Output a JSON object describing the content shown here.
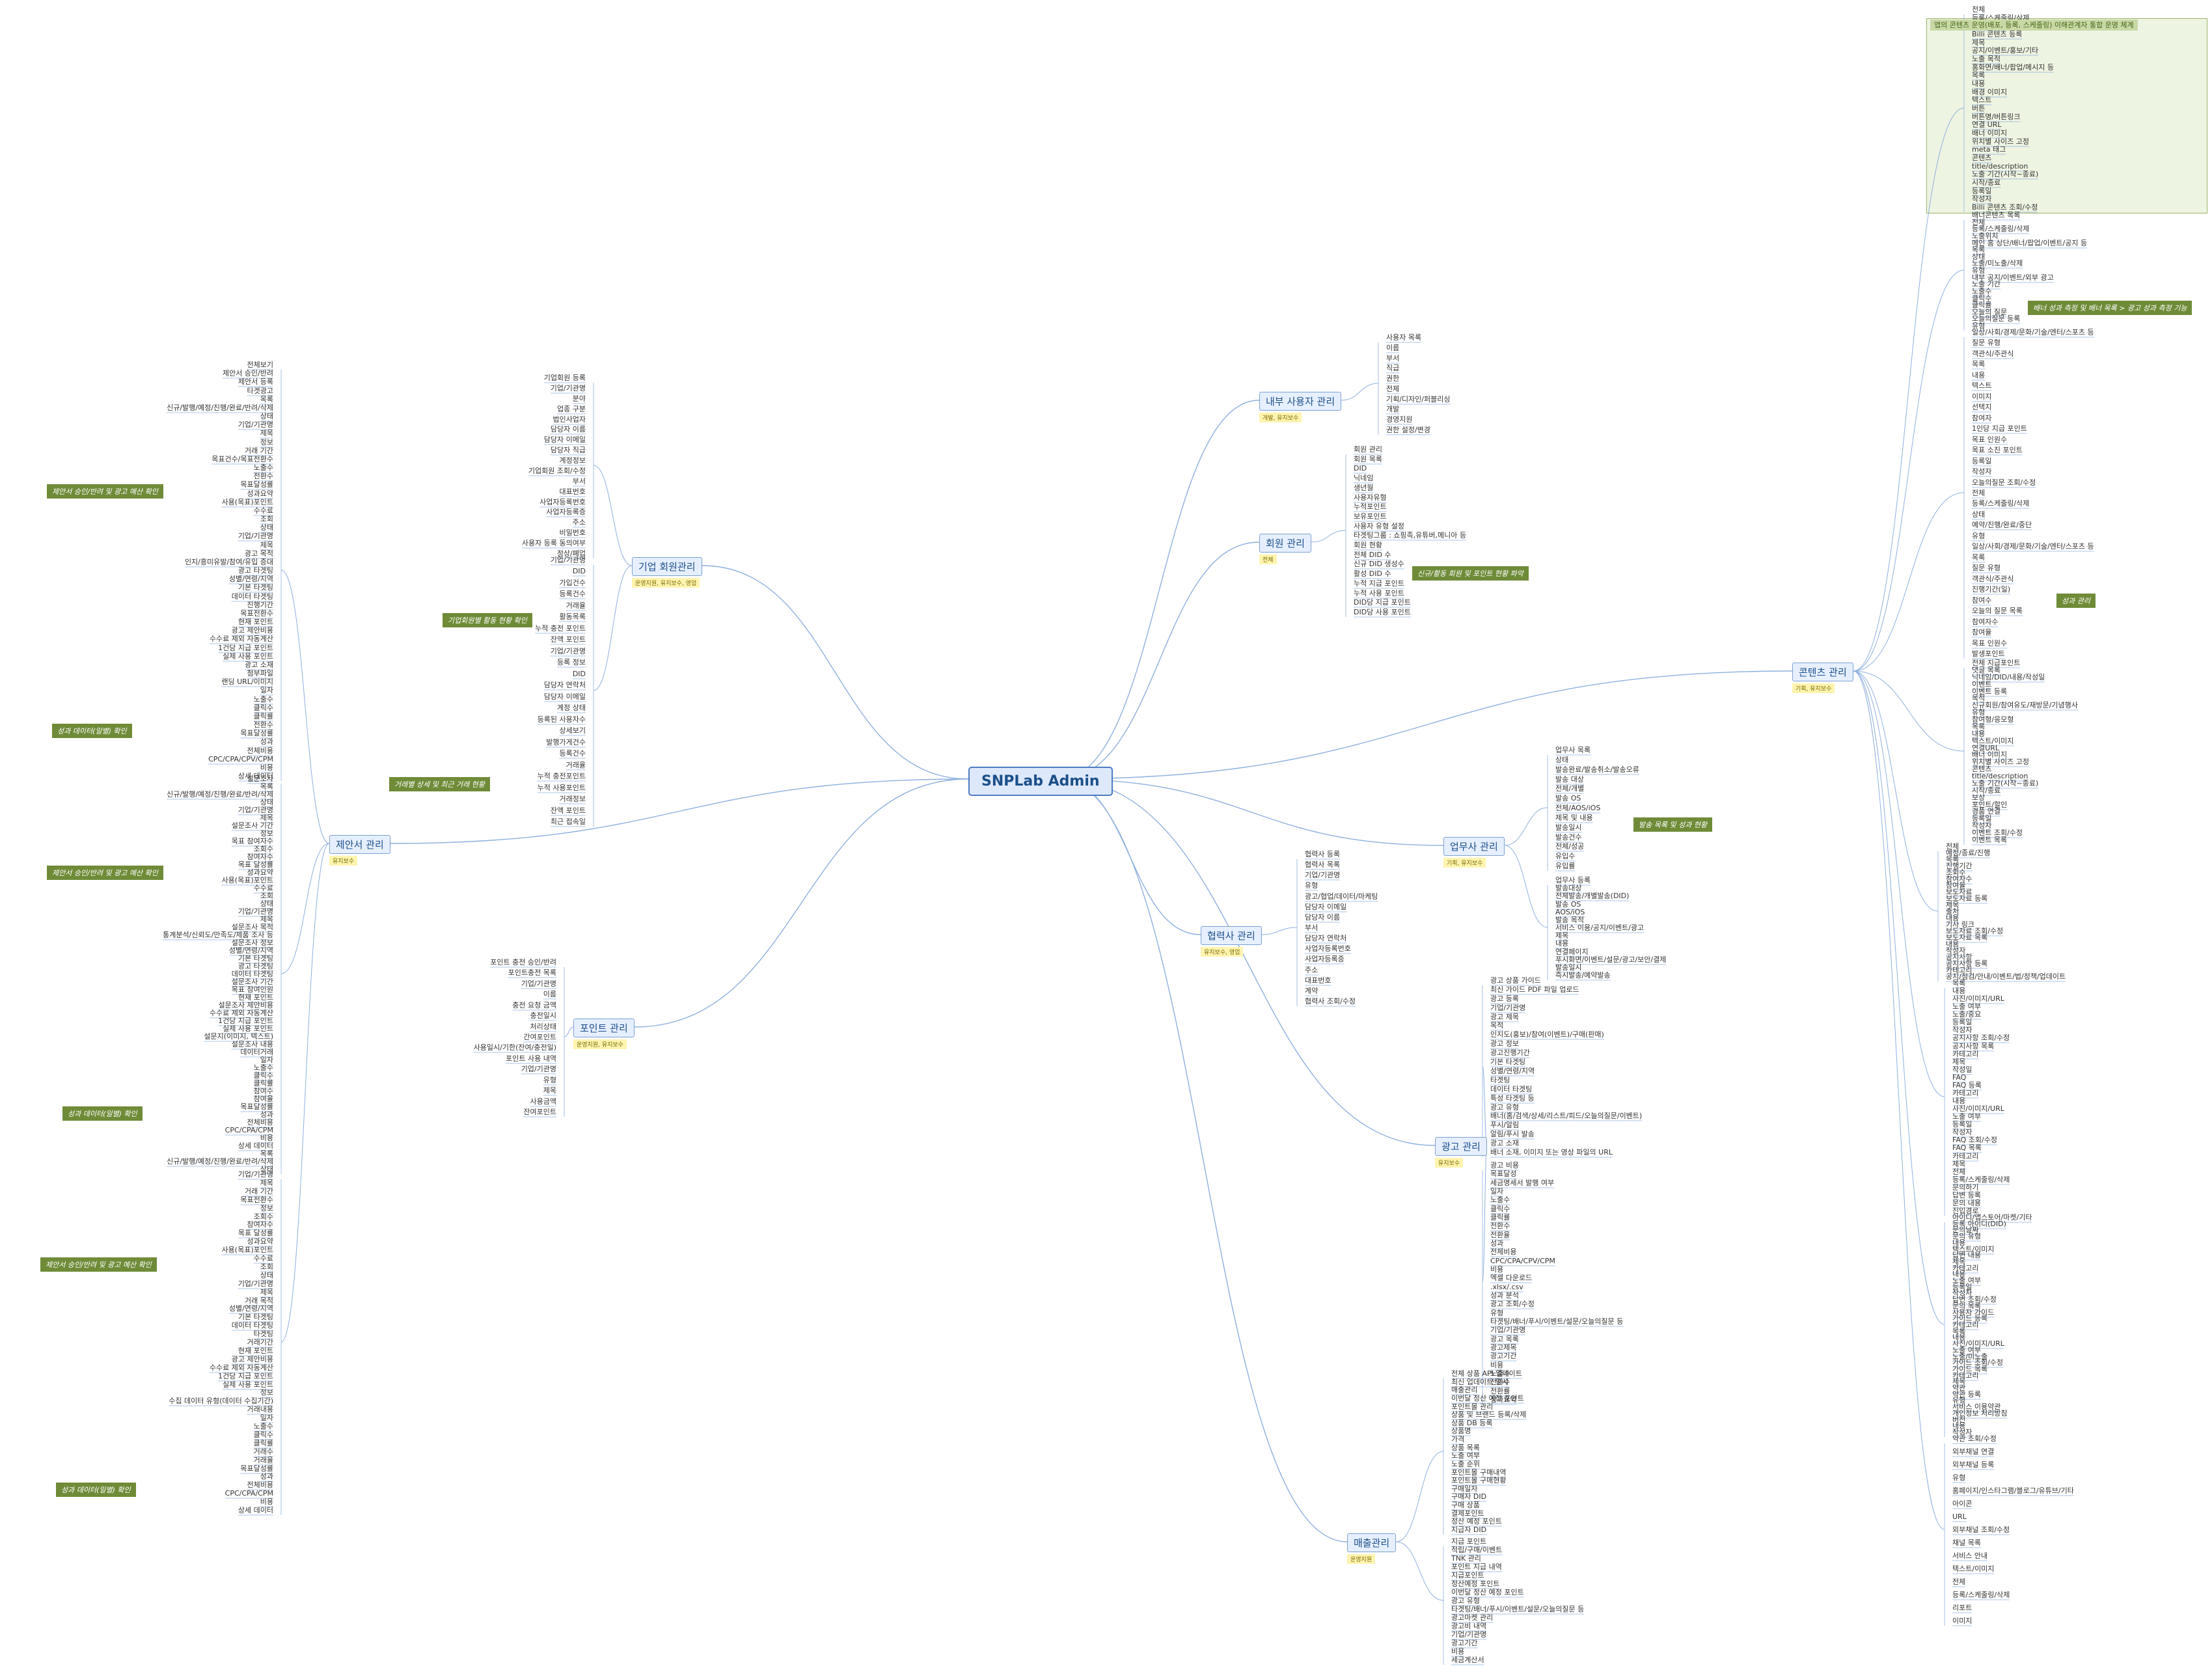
{
  "root": "SNPLab Admin",
  "branches": {
    "internal": {
      "label": "내부 사용자 관리",
      "tag": "개발, 유지보수"
    },
    "member": {
      "label": "회원 관리",
      "tag": "전체"
    },
    "company": {
      "label": "기업 회원관리",
      "tag": "운영지원, 유지보수, 영업"
    },
    "proposal": {
      "label": "제안서 관리",
      "tag": "유지보수"
    },
    "content": {
      "label": "콘텐츠 관리",
      "tag": "기획, 유지보수"
    },
    "agency": {
      "label": "협력사 관리",
      "tag": "유지보수, 영업"
    },
    "business": {
      "label": "업무사 관리",
      "tag": "기획, 유지보수"
    },
    "point": {
      "label": "포인트 관리",
      "tag": "운영지원, 유지보수"
    },
    "ads": {
      "label": "광고 관리",
      "tag": "유지보수"
    },
    "settlement": {
      "label": "매출관리",
      "tag": "운영지원"
    }
  },
  "labels": {
    "internal": [
      "사용자 목록",
      "이름",
      "부서",
      "직급",
      "권한",
      "전체",
      "기획/디자인/퍼블리싱",
      "개발",
      "경영지원",
      "권한 설정/변경"
    ],
    "member": [
      "회원 관리",
      "회원 목록",
      "DID",
      "닉네임",
      "생년월",
      "사용자유형",
      "누적포인트",
      "보유포인트",
      "사용자 유형 설정",
      "타겟팅그룹 : 쇼핑족,유튜버,메니아 등",
      "회원 현황",
      "전체 DID 수",
      "신규 DID 생성수",
      "활성 DID 수",
      "누적 지급 포인트",
      "누적 사용 포인트",
      "DID당 지급 포인트",
      "DID당 사용 포인트"
    ],
    "company": [
      "기업회원 등록",
      "기업/기관명",
      "분야",
      "업종 구분",
      "법인사업자",
      "담당자 이름",
      "담당자 이메일",
      "담당자 직급",
      "계정정보",
      "기업회원 조회/수정",
      "부서",
      "대표번호",
      "사업자등록번호",
      "사업자등록증",
      "주소",
      "비밀번호",
      "사용자 등록 동의여부",
      "정상/폐업",
      "기업/기관명",
      "DID",
      "가입건수",
      "등록건수",
      "거래율",
      "활동목록",
      "누적 충전 포인트",
      "잔액 포인트",
      "기업/기관명",
      "등록 정보",
      "DID",
      "담당자 연락처",
      "담당자 이메일",
      "계정 상태",
      "등록된 사용자수",
      "상세보기",
      "발행가게건수",
      "등록건수",
      "거래율",
      "누적 충전포인트",
      "누적 사용포인트",
      "거래정보",
      "잔액 포인트",
      "최근 접속일"
    ],
    "proposal": [
      "전체보기",
      "제안서 승인/반려",
      "제안서 등록",
      "타겟광고",
      "목록",
      "신규/발행/예정/진행/완료/반려/삭제",
      "상태",
      "기업/기관명",
      "제목",
      "정보",
      "거래 기간",
      "목표건수/목표전환수",
      "노출수",
      "전환수",
      "목표달성률",
      "성과요약",
      "사용(목표)포인트",
      "수수료",
      "조회",
      "상태",
      "기업/기관명",
      "제목",
      "광고 목적",
      "인지/흥미유발/참여/유입 증대",
      "광고 타겟팅",
      "성별/연령/지역",
      "기본 타겟팅",
      "데이터 타겟팅",
      "진행기간",
      "목표전환수",
      "현재 포인트",
      "광고 제안비용",
      "수수료 제외 자동계산",
      "1건당 지급 포인트",
      "실제 사용 포인트",
      "광고 소재",
      "첨부파일",
      "랜딩 URL/이미지",
      "일자",
      "노출수",
      "클릭수",
      "클릭률",
      "전환수",
      "목표달성률",
      "성과",
      "전체비용",
      "CPC/CPA/CPV/CPM",
      "비용",
      "상세 데이터",
      "설문조사",
      "목록",
      "신규/발행/예정/진행/완료/반려/삭제",
      "상태",
      "기업/기관명",
      "제목",
      "설문조사 기간",
      "정보",
      "목표 참여자수",
      "조회수",
      "참여자수",
      "목표 달성률",
      "성과요약",
      "사용(목표)포인트",
      "수수료",
      "조회",
      "상태",
      "기업/기관명",
      "제목",
      "설문조사 목적",
      "통계분석/신뢰도/만족도/제품 조사 등",
      "설문조사 정보",
      "성별/연령/지역",
      "기본 타겟팅",
      "광고 타겟팅",
      "데이터 타겟팅",
      "설문조사 기간",
      "목표 참여인원",
      "현재 포인트",
      "설문조사 제안비용",
      "수수료 제외 자동계산",
      "1건당 지급 포인트",
      "실제 사용 포인트",
      "설문지(이미지, 텍스트)",
      "설문조사 내용",
      "데이터거래",
      "일자",
      "노출수",
      "클릭수",
      "클릭률",
      "참여수",
      "참여율",
      "목표달성률",
      "성과",
      "전체비용",
      "CPC/CPA/CPM",
      "비용",
      "상세 데이터",
      "목록",
      "신규/발행/예정/진행/완료/반려/삭제",
      "상태",
      "기업/기관명",
      "제목",
      "거래 기간",
      "목표전환수",
      "정보",
      "조회수",
      "참여자수",
      "목표 달성률",
      "성과요약",
      "사용(목표)포인트",
      "수수료",
      "조회",
      "상태",
      "기업/기관명",
      "제목",
      "거래 목적",
      "성별/연령/지역",
      "기본 타겟팅",
      "데이터 타겟팅",
      "타겟팅",
      "거래기간",
      "현재 포인트",
      "광고 제안비용",
      "수수료 제외 자동계산",
      "1건당 지급 포인트",
      "실제 사용 포인트",
      "정보",
      "수집 데이터 유형(데이터 수집기간)",
      "거래내용",
      "일자",
      "노출수",
      "클릭수",
      "클릭률",
      "거래수",
      "거래율",
      "목표달성률",
      "성과",
      "전체비용",
      "CPC/CPA/CPM",
      "비용",
      "상세 데이터"
    ],
    "content": [
      "전체",
      "등록/스케줄링/삭제",
      "Billi 콘텐츠",
      "Billi 콘텐츠 등록",
      "제목",
      "공지/이벤트/홍보/기타",
      "노출 목적",
      "홈화면/배너/팝업/메시지 등",
      "목록",
      "내용",
      "배경 이미지",
      "텍스트",
      "버튼",
      "버튼명/버튼링크",
      "연결 URL",
      "배너 이미지",
      "위치별 사이즈 고정",
      "meta 태그",
      "콘텐츠",
      "title/description",
      "노출 기간(시작~종료)",
      "시작/종료",
      "등록일",
      "작성자",
      "Billi 콘텐츠 조회/수정",
      "배너콘텐츠 목록",
      "전체",
      "등록/스케줄링/삭제",
      "노출위치",
      "메인 홈 상단/배너/팝업/이벤트/공지 등",
      "목록",
      "상태",
      "노출/미노출/삭제",
      "유형",
      "내부 공지/이벤트/외부 광고",
      "노출 기간",
      "노출수",
      "클릭수",
      "클릭률",
      "오늘의 질문",
      "오늘의질문 등록",
      "유형",
      "일상/사회/경제/문화/기술/엔터/스포츠 등",
      "질문 유형",
      "객관식/주관식",
      "목록",
      "내용",
      "텍스트",
      "이미지",
      "선택지",
      "참여자",
      "1인당 지급 포인트",
      "목표 인원수",
      "목표 소진 포인트",
      "등록일",
      "작성자",
      "오늘의질문 조회/수정",
      "전체",
      "등록/스케줄링/삭제",
      "상태",
      "예약/진행/완료/중단",
      "유형",
      "일상/사회/경제/문화/기술/엔터/스포츠 등",
      "목록",
      "질문 유형",
      "객관식/주관식",
      "진행기간(일)",
      "참여수",
      "오늘의 질문 목록",
      "참여자수",
      "참여율",
      "목표 인원수",
      "발생포인트",
      "전체 지급포인트",
      "댓글 목록",
      "닉네임/DID/내용/작성일",
      "이벤트",
      "이벤트 등록",
      "목적",
      "신규회원/참여유도/재방문/기념행사",
      "유형",
      "참여형/응모형",
      "목록",
      "내용",
      "텍스트/이미지",
      "연결URL",
      "배너 이미지",
      "위치별 사이즈 고정",
      "콘텐츠",
      "title/description",
      "노출 기간(시작~종료)",
      "시작/종료",
      "보상",
      "포인트/할인",
      "경품 연결",
      "등록일",
      "작성자",
      "이벤트 조회/수정",
      "이벤트 목록",
      "전체",
      "예정/종료/진행",
      "목록",
      "진행기간",
      "조회수",
      "참여자수",
      "참여율",
      "보도자료",
      "보도자료 등록",
      "제목",
      "출처",
      "내용",
      "기사 링크",
      "보도자료 조회/수정",
      "보도자료 목록",
      "내용",
      "작성자",
      "공지사항",
      "공지사항 등록",
      "카테고리",
      "공지/점검/안내/이벤트/법/정책/업데이트",
      "목록",
      "내용",
      "사진/이미지/URL",
      "노출 여부",
      "노출/중요",
      "등록일",
      "작성자",
      "공지사항 조회/수정",
      "공지사항 목록",
      "카테고리",
      "제목",
      "작성일",
      "FAQ",
      "FAQ 등록",
      "카테고리",
      "내용",
      "사진/이미지/URL",
      "노출 여부",
      "등록일",
      "작성자",
      "FAQ 조회/수정",
      "FAQ 목록",
      "카테고리",
      "제목",
      "전체",
      "등록/스케줄링/삭제",
      "문의하기",
      "답변 등록",
      "문의 내용",
      "진입경로",
      "아이디/앱스토어/마켓/기타",
      "등록 아이디(DID)",
      "문의날짜",
      "문의 유형",
      "내용",
      "텍스트/이미지",
      "답변 내용",
      "제목",
      "카테고리",
      "내용",
      "노출 여부",
      "등록일",
      "작성자",
      "답변 조회/수정",
      "문의 목록",
      "사용자 가이드",
      "가이드 등록",
      "카테고리",
      "목록",
      "내용",
      "사진/이미지/URL",
      "노출 여부",
      "노출/미노출",
      "가이드 조회/수정",
      "가이드 목록",
      "카테고리",
      "제목",
      "약관",
      "약관 등록",
      "유형",
      "서비스 이용약관",
      "개인정보 처리방침",
      "버전",
      "내용",
      "작성자",
      "약관 조회/수정",
      "외부채널 연결",
      "외부채널 등록",
      "유형",
      "홈페이지/인스타그램/블로그/유튜브/기타",
      "아이콘",
      "URL",
      "외부채널 조회/수정",
      "채널 목록",
      "서비스 안내",
      "텍스트/이미지",
      "전체",
      "등록/스케줄링/삭제",
      "리포트",
      "이미지"
    ],
    "agency": [
      "협력사 등록",
      "협력사 목록",
      "기업/기관명",
      "유형",
      "광고/협업/데이터/마케팅",
      "담당자 이메일",
      "담당자 이름",
      "부서",
      "담당자 연락처",
      "사업자등록번호",
      "사업자등록증",
      "주소",
      "대표번호",
      "계약",
      "협력사 조회/수정"
    ],
    "business": [
      "업무사 목록",
      "상태",
      "발송완료/발송취소/발송오류",
      "발송 대상",
      "전체/개별",
      "발송 OS",
      "전체/AOS/iOS",
      "제목 및 내용",
      "발송일시",
      "발송건수",
      "전체/성공",
      "유입수",
      "유입률",
      "업무사 등록",
      "발송대상",
      "전체발송/개별발송(DID)",
      "발송 OS",
      "AOS/iOS",
      "발송 목적",
      "서비스 이용/공지/이벤트/광고",
      "제목",
      "내용",
      "연결페이지",
      "푸시화면/이벤트/설문/광고/보안/결제",
      "발송일시",
      "즉시발송/예약발송"
    ],
    "point": [
      "포인트 충전 승인/반려",
      "포인트충전 목록",
      "기업/기관명",
      "이름",
      "충전 요청 금액",
      "충전일시",
      "처리상태",
      "간여포인트",
      "사용일시/기한(잔여/충전일)",
      "포인트 사용 내역",
      "기업/기관명",
      "유형",
      "제목",
      "사용금액",
      "잔여포인트"
    ],
    "ads": [
      "광고 상품 가이드",
      "최신 가이드 PDF 파일 업로드",
      "광고 등록",
      "기업/기관명",
      "광고 제목",
      "목적",
      "인지도(홍보)/참여(이벤트)/구매(판매)",
      "광고 정보",
      "광고진행기간",
      "기본 타겟팅",
      "성별/연령/지역",
      "타겟팅",
      "데이터 타겟팅",
      "특성 타겟팅 등",
      "광고 유형",
      "배너(홈/검색/상세/리스트/피드/오늘의질문/이벤트)",
      "푸시/알림",
      "알림/푸시 발송",
      "광고 소재",
      "배너 소재, 이미지 또는 영상 파일의 URL",
      "광고 비용",
      "목표달성",
      "세금명세서 발행 여부",
      "일자",
      "노출수",
      "클릭수",
      "클릭률",
      "전환수",
      "전환율",
      "성과",
      "전체비용",
      "CPC/CPA/CPV/CPM",
      "비용",
      "엑셀 다운로드",
      ".xlsx/.csv",
      "성과 분석",
      "광고 조회/수정",
      "유형",
      "타겟팅/배너/푸시/이벤트/설문/오늘의질문 등",
      "기업/기관명",
      "광고 목록",
      "광고제목",
      "광고기간",
      "비용",
      "노출수",
      "전환수",
      "전환률",
      "성과요약"
    ],
    "settlement": [
      "전체 상품 API 업데이트",
      "최신 업데이트 일시",
      "매출관리",
      "이번달 정산 예정 포인트",
      "포인트몰 관리",
      "상품 및 브랜드 등록/삭제",
      "상품 DB 등록",
      "상품명",
      "가격",
      "상품 목록",
      "노출 여부",
      "노출 순위",
      "포인트몰 구매내역",
      "포인트몰 구매현황",
      "구매일자",
      "구매자 DID",
      "구매 상품",
      "결제포인트",
      "정산 예정 포인트",
      "지급자 DID",
      "지급 포인트",
      "적립/구매/이벤트",
      "TNK 관리",
      "포인트 지급 내역",
      "지급포인트",
      "정산예정 포인트",
      "이번달 정산 예정 포인트",
      "광고 유형",
      "타겟팅/배너/푸시/이벤트/설문/오늘의질문 등",
      "광고마켓 관리",
      "광고비 내역",
      "기업/기관명",
      "광고기간",
      "비용",
      "세금계산서"
    ]
  },
  "notes": {
    "proposal_a": "제안서 승인/반려 및 광고 예산 확인",
    "proposal_b": "성과 데이터(일별) 확인",
    "proposal_c": "제안서 승인/반려 및 광고 예산 확인",
    "proposal_d": "성과 데이터(일별) 확인",
    "proposal_e": "제안서 승인/반려 및 광고 예산 확인",
    "proposal_f": "성과 데이터(일별) 확인",
    "company_a": "기업회원별 활동 현황 확인",
    "company_b": "거래별 상세 및 최근 거래 현황",
    "member_a": "신규/활동 회원 및 포인트 현황 파악",
    "business_a": "발송 목록 및 성과 현황",
    "content_panel_title": "앱의 콘텐츠 운영(배포, 등록, 스케줄링) 이해관계자 통합 운영 체계",
    "content_banner": "배너 성과 측정 및 배너 목록 > 광고 성과 측정 기능",
    "content_q": "성과 관리"
  },
  "colors": {
    "link": "#8fb0de",
    "accent": "#1c4f8a",
    "note": "#6f8b38",
    "panel": "#eef4e2"
  }
}
